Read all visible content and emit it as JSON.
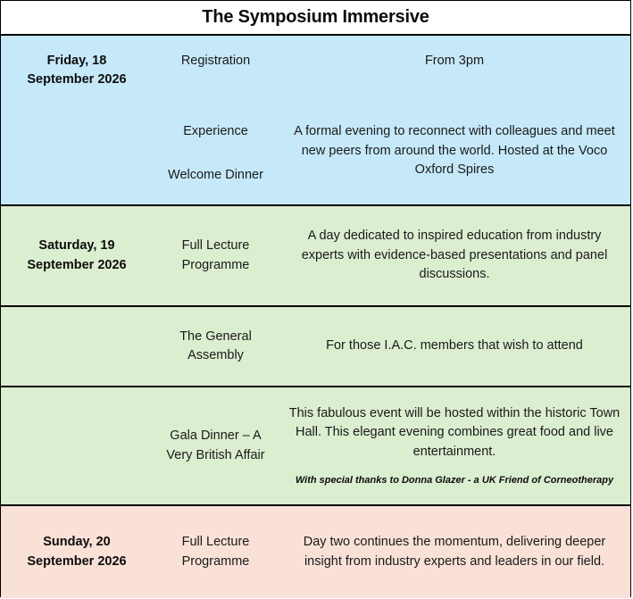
{
  "header": {
    "title": "The Symposium Immersive"
  },
  "colors": {
    "day1_bg": "#c6e9fa",
    "day2_bg": "#dceed0",
    "day3_bg": "#fae1d7",
    "border": "#000000",
    "text": "#1a1a1a",
    "header_bg": "#ffffff"
  },
  "rows": [
    {
      "id": "friday",
      "date": "Friday, 18\nSeptember 2026",
      "theme": "blue",
      "items": [
        {
          "label": "Registration",
          "description": "From 3pm"
        },
        {
          "label": "Experience",
          "label2": "Welcome Dinner",
          "description": "A formal evening to reconnect with colleagues and meet new peers from around the world. Hosted at the Voco Oxford Spires"
        }
      ]
    },
    {
      "id": "saturday",
      "date": "Saturday, 19\nSeptember 2026",
      "theme": "green",
      "item": "Full Lecture\nProgramme",
      "description": "A day dedicated to inspired education from industry experts with evidence-based presentations and panel discussions."
    },
    {
      "id": "assembly",
      "date": "",
      "theme": "green",
      "item": "The General\nAssembly",
      "description": "For those I.A.C. members that wish to attend"
    },
    {
      "id": "gala",
      "date": "",
      "theme": "green",
      "item": "Gala Dinner – A\nVery British Affair",
      "description": "This fabulous event will be hosted within the historic Town Hall. This elegant evening combines great food and live entertainment.",
      "note": "With special thanks to Donna Glazer - a UK Friend of Corneotherapy"
    },
    {
      "id": "sunday",
      "date": "Sunday, 20\nSeptember 2026",
      "theme": "pink",
      "item": "Full Lecture\nProgramme",
      "description": "Day two continues the momentum, delivering deeper insight from industry experts and leaders in our field."
    }
  ]
}
